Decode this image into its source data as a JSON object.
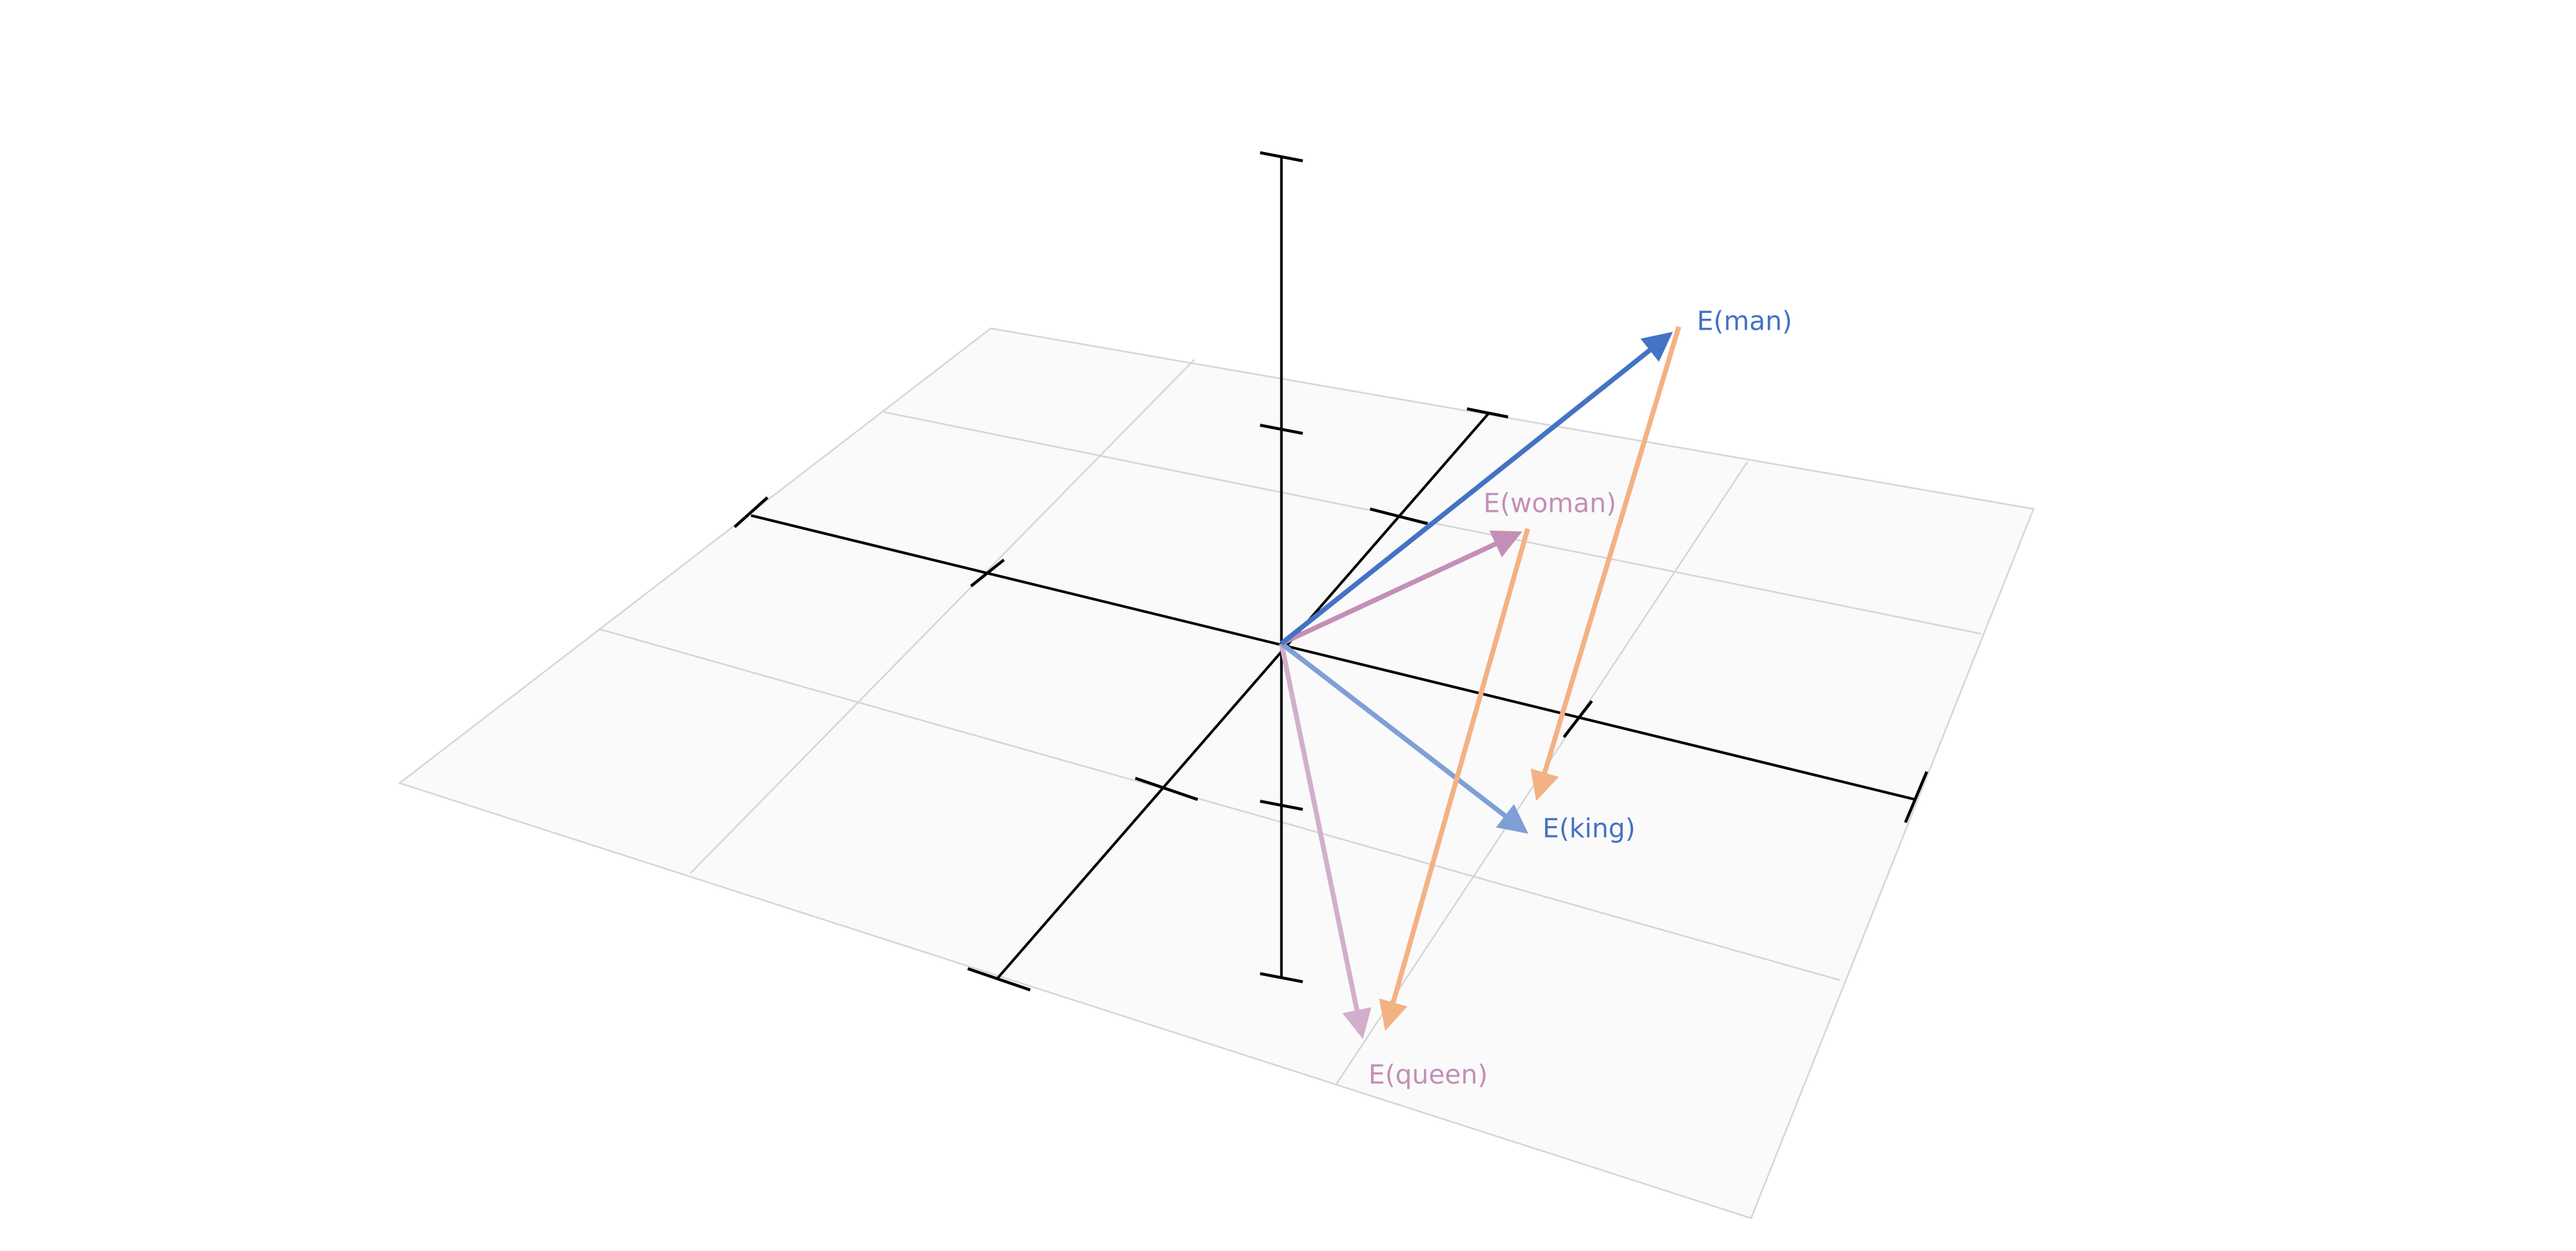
{
  "colors": {
    "man": "#4472c4",
    "woman": "#c38fb7",
    "king": "#7f9fd5",
    "queen": "#d3aecc",
    "difference": "#f4b183",
    "plane": "#fafafa",
    "grid": "#d6d6d6"
  },
  "labels": {
    "man": "E(man)",
    "woman": "E(woman)",
    "king": "E(king)",
    "queen": "E(queen)"
  }
}
